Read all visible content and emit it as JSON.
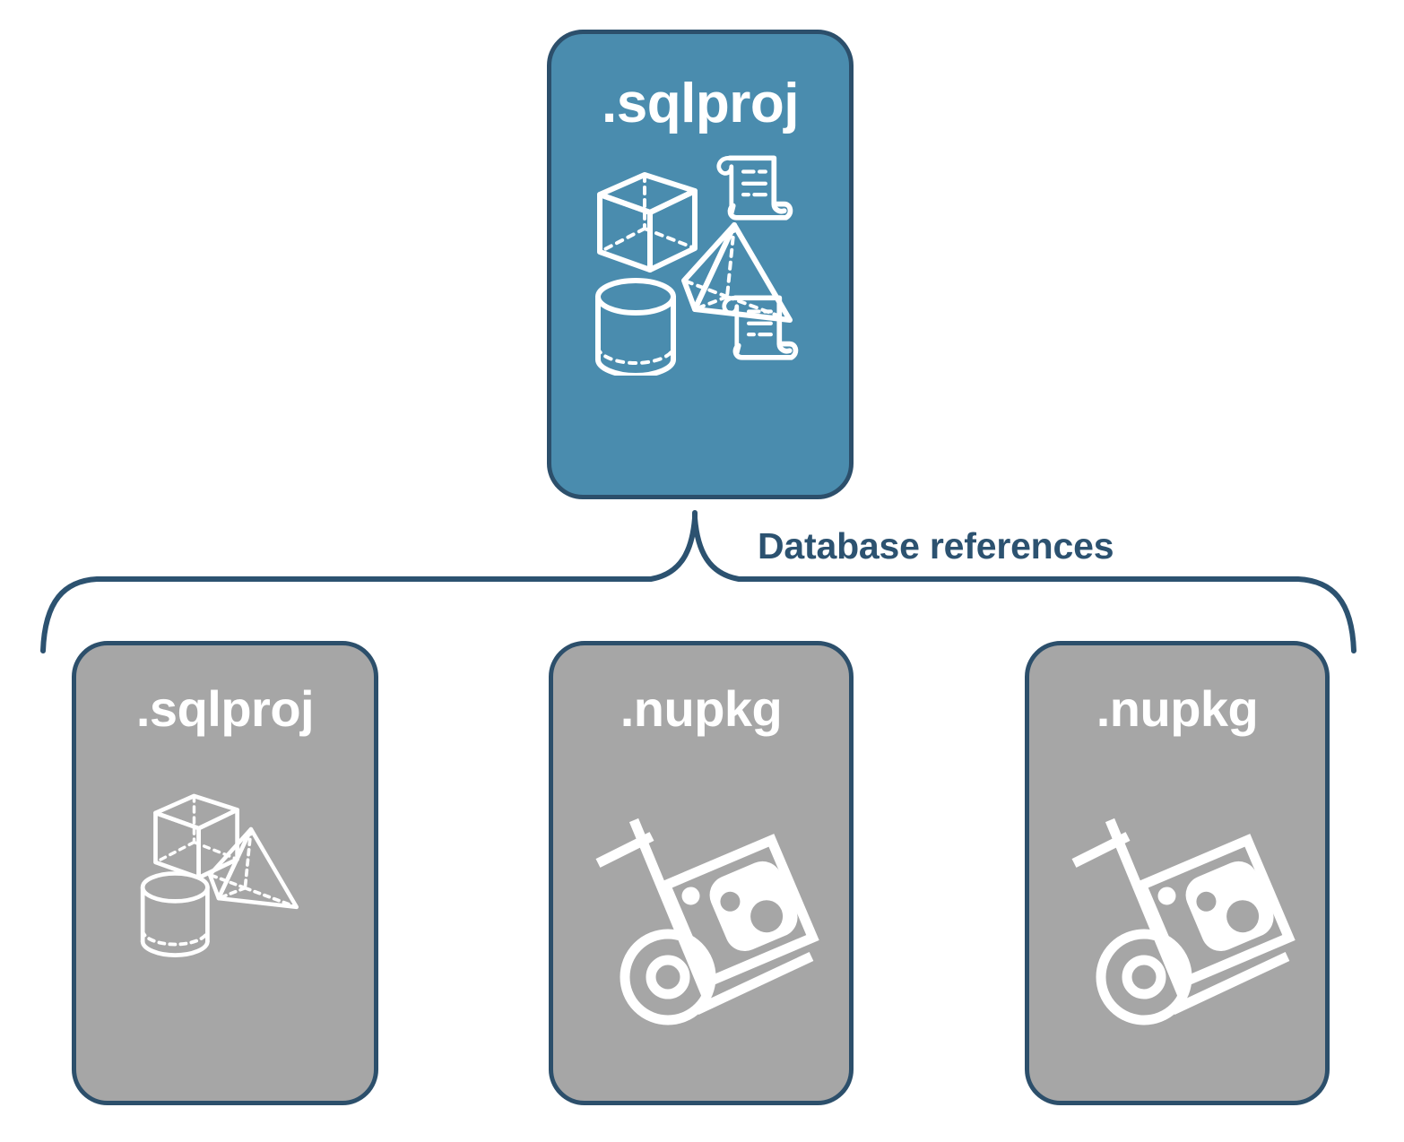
{
  "diagram": {
    "title_text": "Database references",
    "type": "database-reference-hierarchy",
    "colors": {
      "primary_blue": "#4A8CAE",
      "gray": "#A6A6A6",
      "border_navy": "#2C4F6B",
      "label_navy": "#2C5270",
      "icon_white": "#FFFFFF",
      "background": "#FFFFFF"
    }
  },
  "parent": {
    "label": ".sqlproj",
    "fill": "blue",
    "icons": [
      {
        "name": "cube-icon",
        "semantic": "3d-cube-wireframe"
      },
      {
        "name": "scroll-icon-top",
        "semantic": "sql-script-scroll"
      },
      {
        "name": "pyramid-icon",
        "semantic": "3d-pyramid-wireframe"
      },
      {
        "name": "cylinder-icon",
        "semantic": "3d-cylinder-wireframe"
      },
      {
        "name": "scroll-icon-bottom",
        "semantic": "sql-script-scroll"
      }
    ]
  },
  "connector": {
    "label": "Database references",
    "style": "curly-brace"
  },
  "children": [
    {
      "label": ".sqlproj",
      "fill": "gray",
      "icon_set": "shapes",
      "icons": [
        {
          "name": "cube-icon",
          "semantic": "3d-cube-wireframe"
        },
        {
          "name": "pyramid-icon",
          "semantic": "3d-pyramid-wireframe"
        },
        {
          "name": "cylinder-icon",
          "semantic": "3d-cylinder-wireframe"
        }
      ]
    },
    {
      "label": ".nupkg",
      "fill": "gray",
      "icon_set": "hand-truck",
      "icons": [
        {
          "name": "hand-truck-icon",
          "semantic": "dolly-with-nuget-package"
        }
      ]
    },
    {
      "label": ".nupkg",
      "fill": "gray",
      "icon_set": "hand-truck",
      "icons": [
        {
          "name": "hand-truck-icon",
          "semantic": "dolly-with-nuget-package"
        }
      ]
    }
  ]
}
